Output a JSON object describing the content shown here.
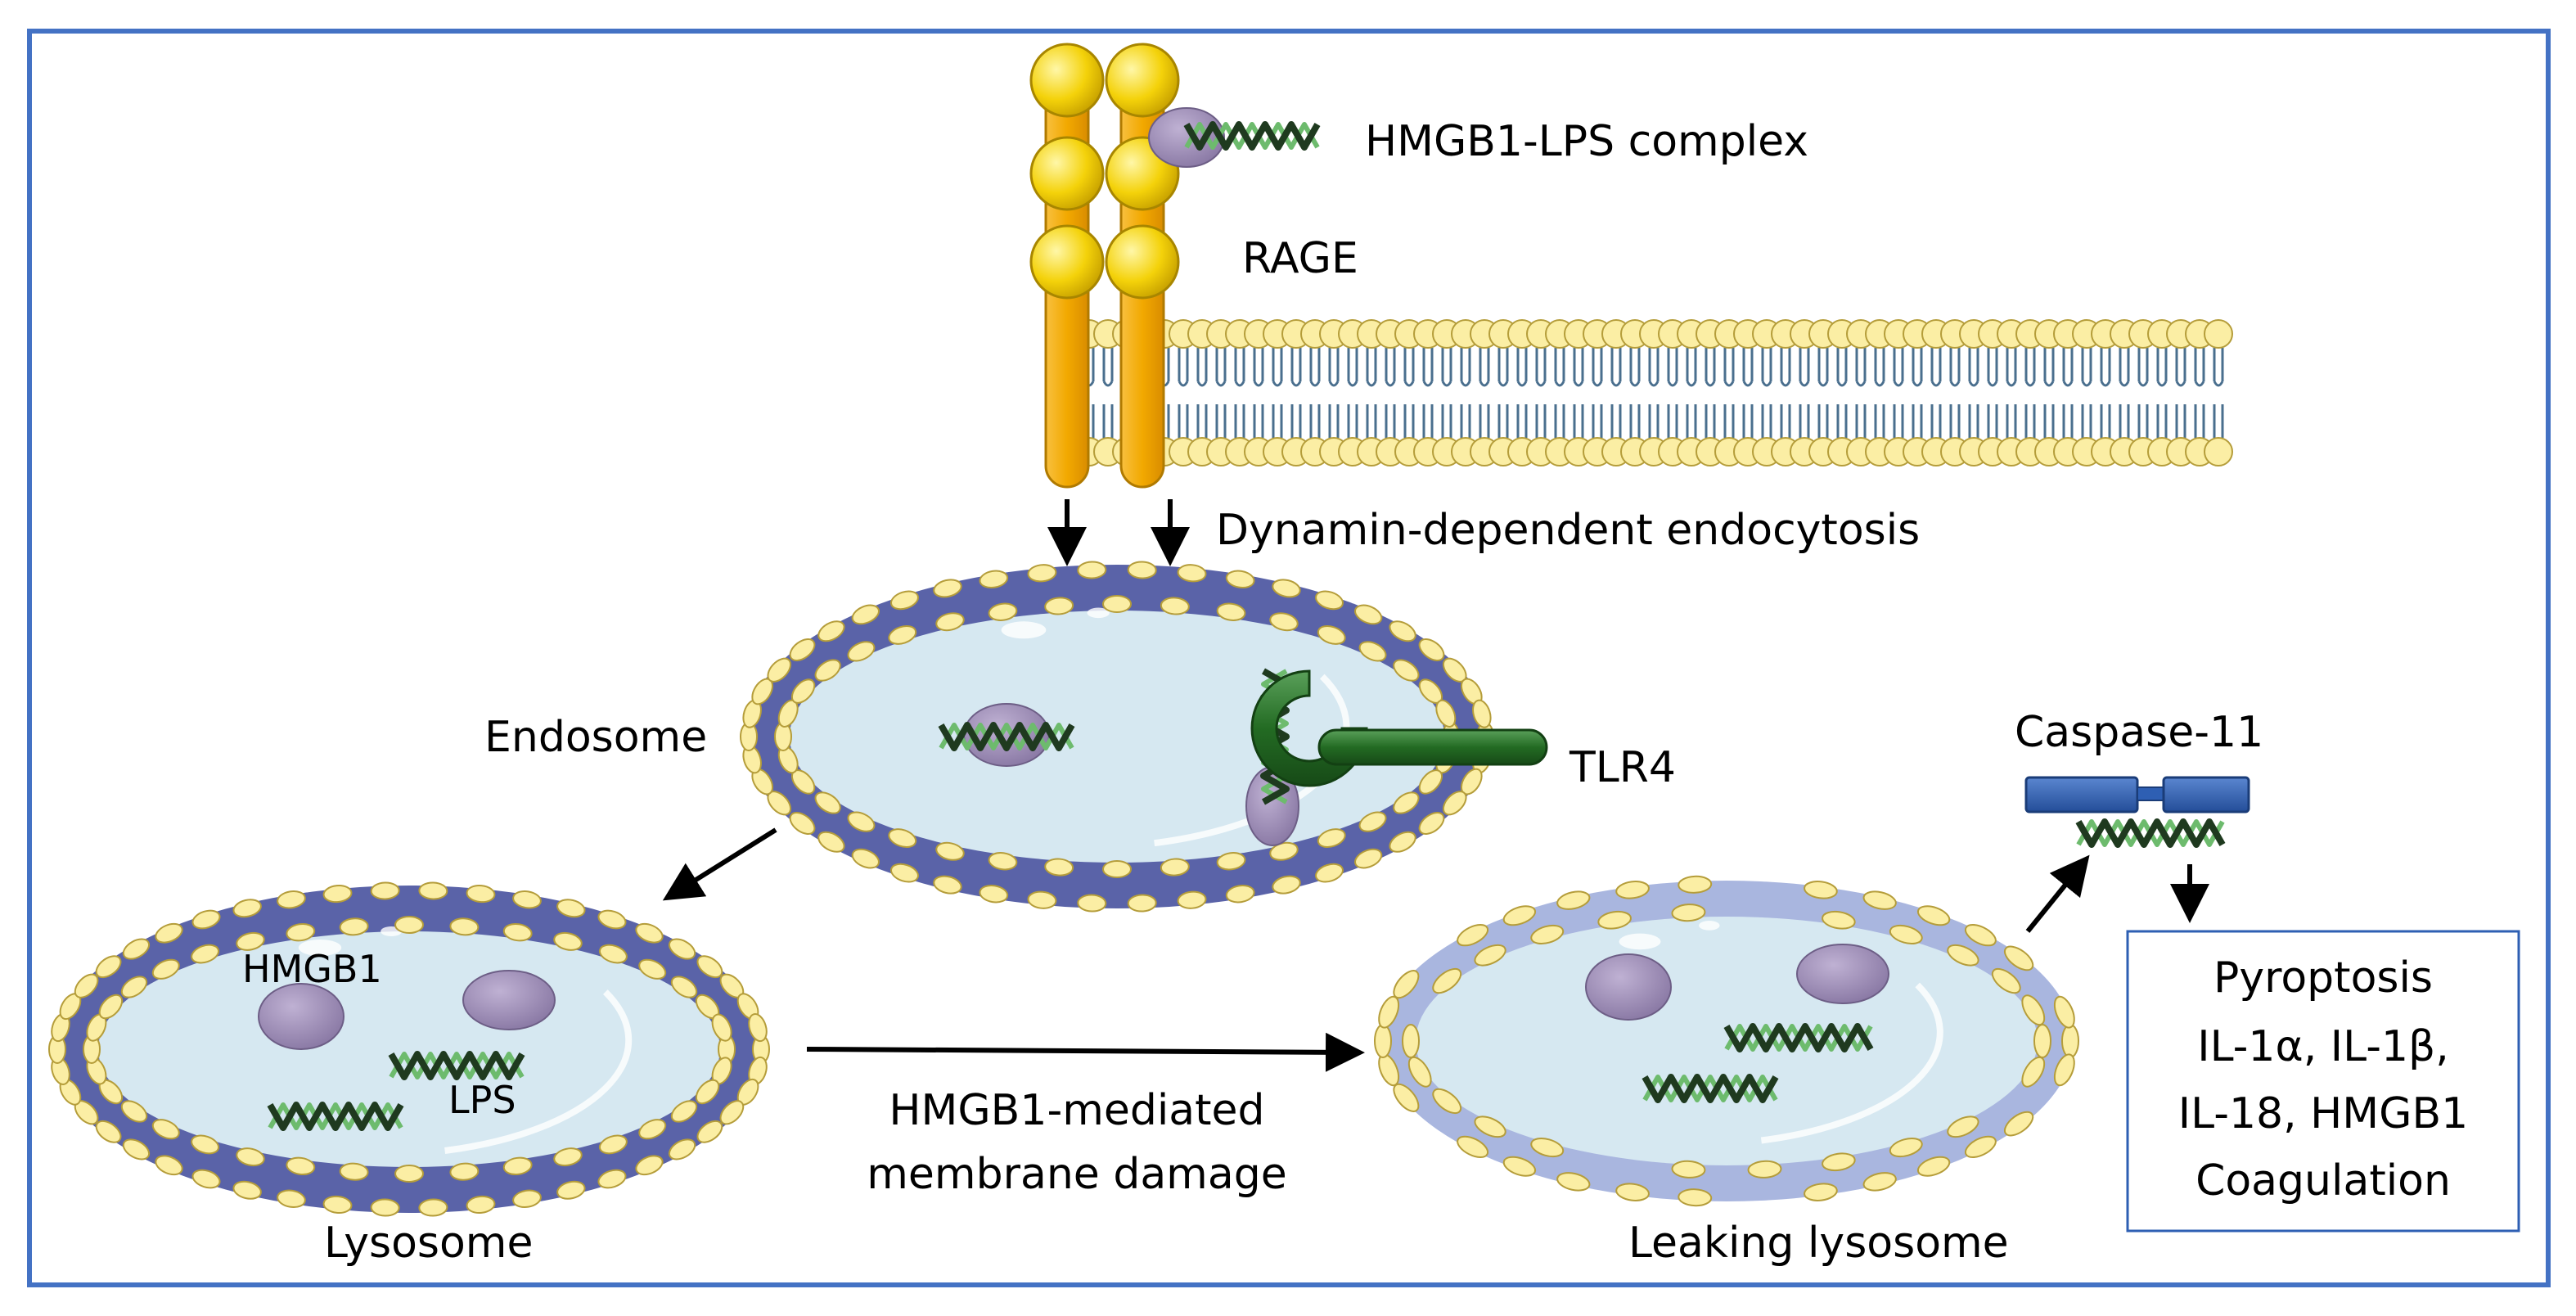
{
  "labels": {
    "complex": "HMGB1-LPS complex",
    "rage": "RAGE",
    "endocytosis": "Dynamin-dependent endocytosis",
    "endosome": "Endosome",
    "tlr4": "TLR4",
    "caspase": "Caspase-11",
    "hmgb1": "HMGB1",
    "lps": "LPS",
    "lysosome": "Lysosome",
    "damage_line1": "HMGB1-mediated",
    "damage_line2": "membrane damage",
    "leaking": "Leaking lysosome"
  },
  "outcomes": [
    "Pyroptosis",
    "IL-1α, IL-1β,",
    "IL-18, HMGB1",
    "Coagulation"
  ],
  "colors": {
    "frame": "#4472c4",
    "lipid_head": "#fbeea4",
    "lipid_head_stroke": "#b59d3a",
    "lipid_tail": "#4a6f8e",
    "vesicle_lumen": "#d6e8f1",
    "membrane_band": "#5a63a8",
    "leaky_band": "#a9b6df",
    "rage_stalk": "#f2a900",
    "rage_ball": "#f4d20a",
    "protein": "#9d8cb5",
    "lps_dark": "#1f3a1f",
    "lps_light": "#6dbb6d",
    "tlr4": "#236b23",
    "caspase": "#2e5fb3"
  }
}
